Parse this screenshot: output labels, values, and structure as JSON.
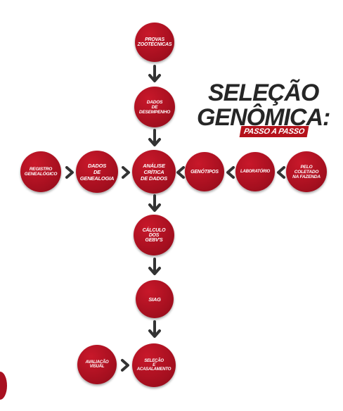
{
  "title": {
    "line1": "SELEÇÃO",
    "line2": "GENÔMICA:",
    "subtitle": "PASSO A PASSO"
  },
  "nodes": {
    "provas": "PROVAS\nZOOTÉCNICAS",
    "dados_desempenho": "DADOS\nDE\nDESEMPENHO",
    "analise": "ANÁLISE\nCRÍTICA\nDE DADOS",
    "calculo": "CÁLCULO\nDOS\nGEBV'S",
    "siag": "SIAG",
    "selecao": "SELEÇÃO\nE\nACASALAMENTO",
    "avaliacao": "AVALIAÇÃO\nVISUAL",
    "registro": "REGISTRO\nGENEALÓGICO",
    "dados_genealogia": "DADOS\nDE\nGENEALOGIA",
    "genotipos": "GENÓTIPOS",
    "laboratorio": "LABORATÓRIO",
    "pelo": "PELO\nCOLETADO\nNA FAZENDA"
  },
  "colors": {
    "node_red": "#a81020",
    "title_dark": "#262626",
    "subtitle_bg": "#b5121b",
    "arrow": "#333333"
  }
}
